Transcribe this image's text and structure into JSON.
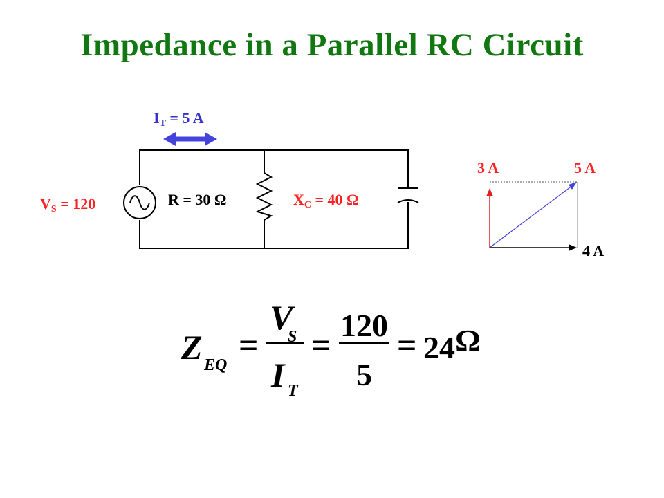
{
  "title": "Impedance in a Parallel RC Circuit",
  "circuit": {
    "current": {
      "symbol": "I",
      "sub": "T",
      "rest": " = 5 A"
    },
    "source": {
      "symbol": "V",
      "sub": "S",
      "rest": " = 120"
    },
    "resistor": {
      "text": "R = 30 Ω"
    },
    "capacitor": {
      "symbol": "X",
      "sub": "C",
      "rest": " = 40 Ω"
    }
  },
  "phasor": {
    "capacitive": "3 A",
    "total": "5 A",
    "resistive": "4 A"
  },
  "equation": {
    "lhs_symbol": "Z",
    "lhs_sub": "EQ",
    "eq1": "=",
    "num_symbol": "V",
    "num_sub": "S",
    "den_symbol": "I",
    "den_sub": "T",
    "eq2": "=",
    "num_value": "120",
    "den_value": "5",
    "eq3": "=",
    "result": "24",
    "unit": "Ω"
  },
  "colors": {
    "title": "#117711",
    "red": "#ff2222",
    "blue": "#3333cc",
    "arrow": "#4444dd"
  }
}
